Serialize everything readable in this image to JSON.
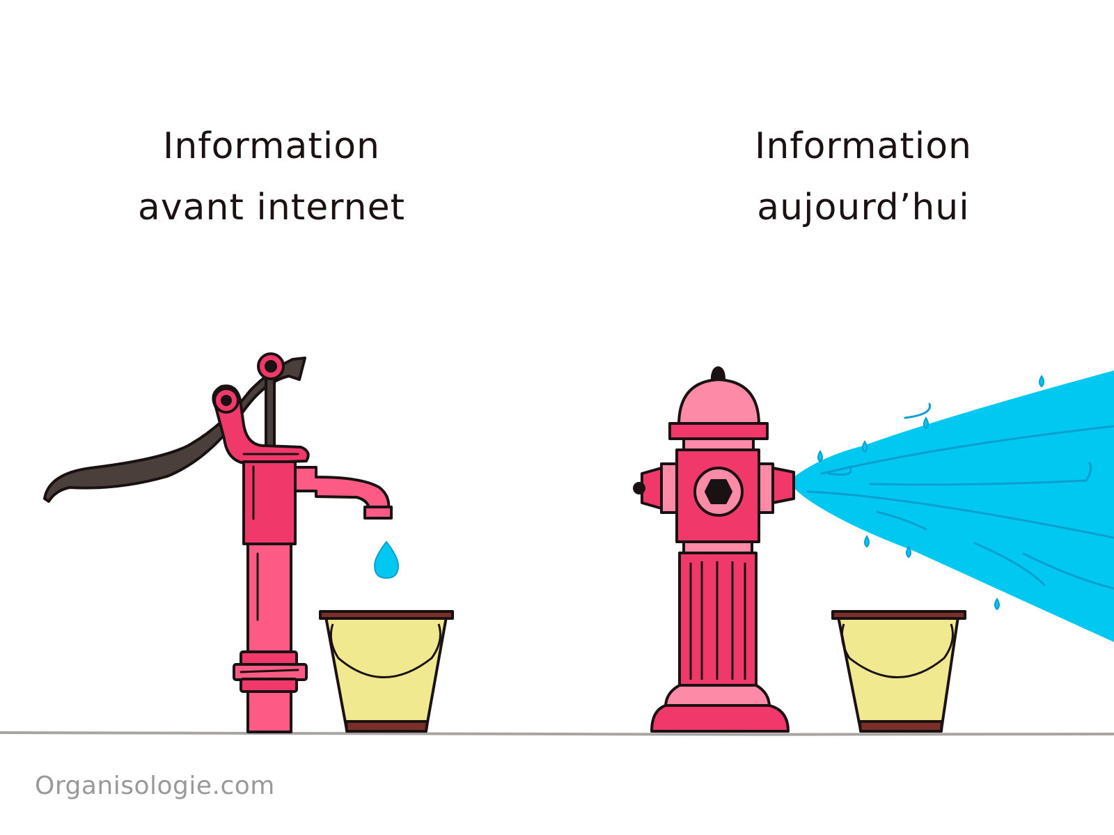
{
  "left_panel": {
    "caption_line1": "Information",
    "caption_line2": "avant internet",
    "illustration": "hand-pump-dripping-single-drop-into-bucket"
  },
  "right_panel": {
    "caption_line1": "Information",
    "caption_line2": "aujourd’hui",
    "illustration": "fire-hydrant-spraying-torrent-past-bucket"
  },
  "watermark": "Organisologie.com",
  "colors": {
    "pump_pink": "#f0386b",
    "pump_light_pink": "#fd5a85",
    "hydrant_light": "#fd8aa6",
    "handle_dark": "#4a3f3b",
    "water_blue": "#00c8f0",
    "bucket_yellow": "#f0e990",
    "bucket_rim": "#7a3028",
    "ground_line": "#a8a4a2",
    "outline": "#1a1212"
  }
}
